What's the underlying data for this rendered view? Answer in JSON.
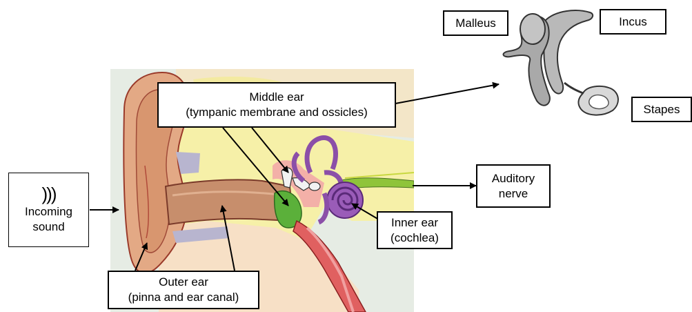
{
  "labels": {
    "malleus": "Malleus",
    "incus": "Incus",
    "stapes": "Stapes",
    "middle_ear_line1": "Middle ear",
    "middle_ear_line2": "(tympanic membrane and ossicles)",
    "auditory_nerve_line1": "Auditory",
    "auditory_nerve_line2": "nerve",
    "incoming_sound_line1": "Incoming",
    "incoming_sound_line2": "sound",
    "inner_ear_line1": "Inner ear",
    "inner_ear_line2": "(cochlea)",
    "outer_ear_line1": "Outer ear",
    "outer_ear_line2": "(pinna and ear canal)"
  },
  "icons": {
    "sound": "sound-wave-icon"
  },
  "colors": {
    "skin": "#e3a985",
    "skin_dark": "#c98a66",
    "bone": "#f5efa6",
    "canal": "#c78e6c",
    "tympanic_membrane": "#5bb03a",
    "inner_ear": "#8b4fa8",
    "nerve": "#8fc43a",
    "blood": "#e06060",
    "background_panel": "#e4ebe2",
    "fluid": "#b9c7e2"
  }
}
